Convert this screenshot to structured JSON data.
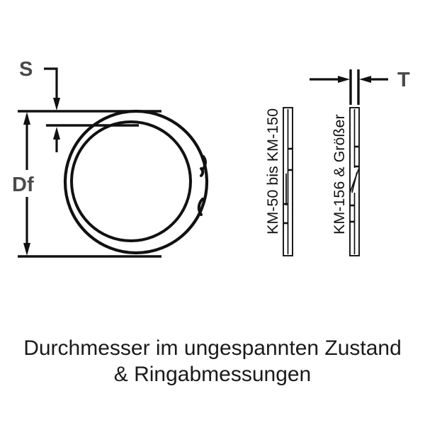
{
  "figure": {
    "type": "engineering-drawing",
    "subject": "spiral retaining ring free diameter and ring dimensions",
    "background_color": "#ffffff",
    "line_color": "#111111",
    "label_color": "#4a4a4a",
    "text_color": "#1a1a1a"
  },
  "dimensions": {
    "s": {
      "label": "S",
      "meaning": "radial wall thickness",
      "leader_direction": "down"
    },
    "df": {
      "label": "Df",
      "meaning": "free diameter",
      "orientation": "vertical",
      "arrows": "both-ends"
    },
    "t": {
      "label": "T",
      "meaning": "material thickness",
      "orientation": "horizontal",
      "arrows": "inward"
    }
  },
  "side_views": [
    {
      "id": "view-km-50",
      "label": "KM-50 bis KM-150",
      "rotation": "-90",
      "profile": "straight-edge"
    },
    {
      "id": "view-km-156",
      "label": "KM-156 & Größer",
      "rotation": "-90",
      "profile": "crossed-taper"
    }
  ],
  "caption": {
    "line1": "Durchmesser im ungespannten Zustand",
    "line2": "& Ringabmessungen"
  }
}
